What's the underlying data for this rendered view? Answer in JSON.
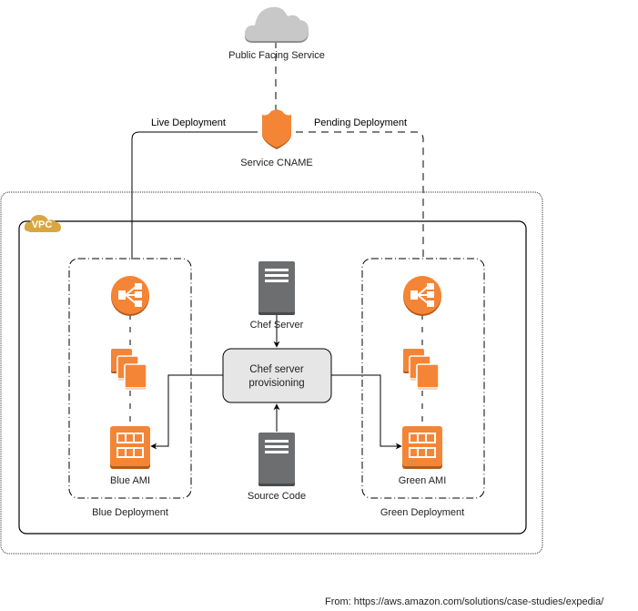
{
  "diagram": {
    "public_service": {
      "label": "Public Facing Service",
      "icon": "cloud-icon"
    },
    "cname": {
      "label": "Service CNAME",
      "icon": "route53-shield-icon"
    },
    "live_label": "Live Deployment",
    "pending_label": "Pending Deployment",
    "vpc": {
      "label": "VPC",
      "icon": "vpc-cloud-icon"
    },
    "blue": {
      "group_label": "Blue Deployment",
      "ami_label": "Blue AMI",
      "icons": [
        "load-balancer-icon",
        "ec2-instances-icon",
        "ami-icon"
      ]
    },
    "green": {
      "group_label": "Green Deployment",
      "ami_label": "Green AMI",
      "icons": [
        "load-balancer-icon",
        "ec2-instances-icon",
        "ami-icon"
      ]
    },
    "chef_server": {
      "label": "Chef Server",
      "icon": "server-icon"
    },
    "provisioning": {
      "line1": "Chef server",
      "line2": "provisioning"
    },
    "source_code": {
      "label": "Source Code",
      "icon": "server-icon"
    },
    "colors": {
      "aws_orange": "#F58536",
      "aws_orange_dark": "#B25B19",
      "vpc_gold": "#D9A741",
      "cloud_gray": "#C8C8C8",
      "server_gray": "#6D6E70",
      "provision_fill": "#E6E6E6"
    }
  },
  "footer": {
    "source": "From: https://aws.amazon.com/solutions/case-studies/expedia/"
  }
}
